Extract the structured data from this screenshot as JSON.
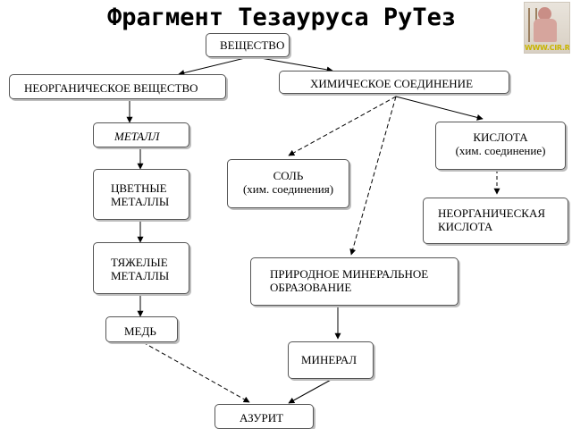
{
  "title": "Фрагмент Тезауруса РуТез",
  "logo": {
    "text": "WWW.CIR.RU"
  },
  "nodes": {
    "veshchestvo": "ВЕЩЕСТВО",
    "neorg_veshchestvo": "НЕОРГАНИЧЕСКОЕ ВЕЩЕСТВО",
    "khim_soedinenie": "ХИМИЧЕСКОЕ СОЕДИНЕНИЕ",
    "metall": "МЕТАЛЛ",
    "tsvetnye_metally": "ЦВЕТНЫЕ\nМЕТАЛЛЫ",
    "tyazhelye_metally": "ТЯЖЕЛЫЕ\nМЕТАЛЛЫ",
    "med": "МЕДЬ",
    "sol": "СОЛЬ\n(хим. соединения)",
    "kislota": "КИСЛОТА\n(хим. соединение)",
    "neorg_kislota": "НЕОРГАНИЧЕСКАЯ\nКИСЛОТА",
    "prirodnoe_obrazovanie": "ПРИРОДНОЕ МИНЕРАЛЬНОЕ\nОБРАЗОВАНИЕ",
    "mineral": "МИНЕРАЛ",
    "azurit": "АЗУРИТ"
  },
  "colors": {
    "border": "#555555",
    "line": "#000000",
    "title": "#000000",
    "shadow": "#bdbdbd"
  }
}
